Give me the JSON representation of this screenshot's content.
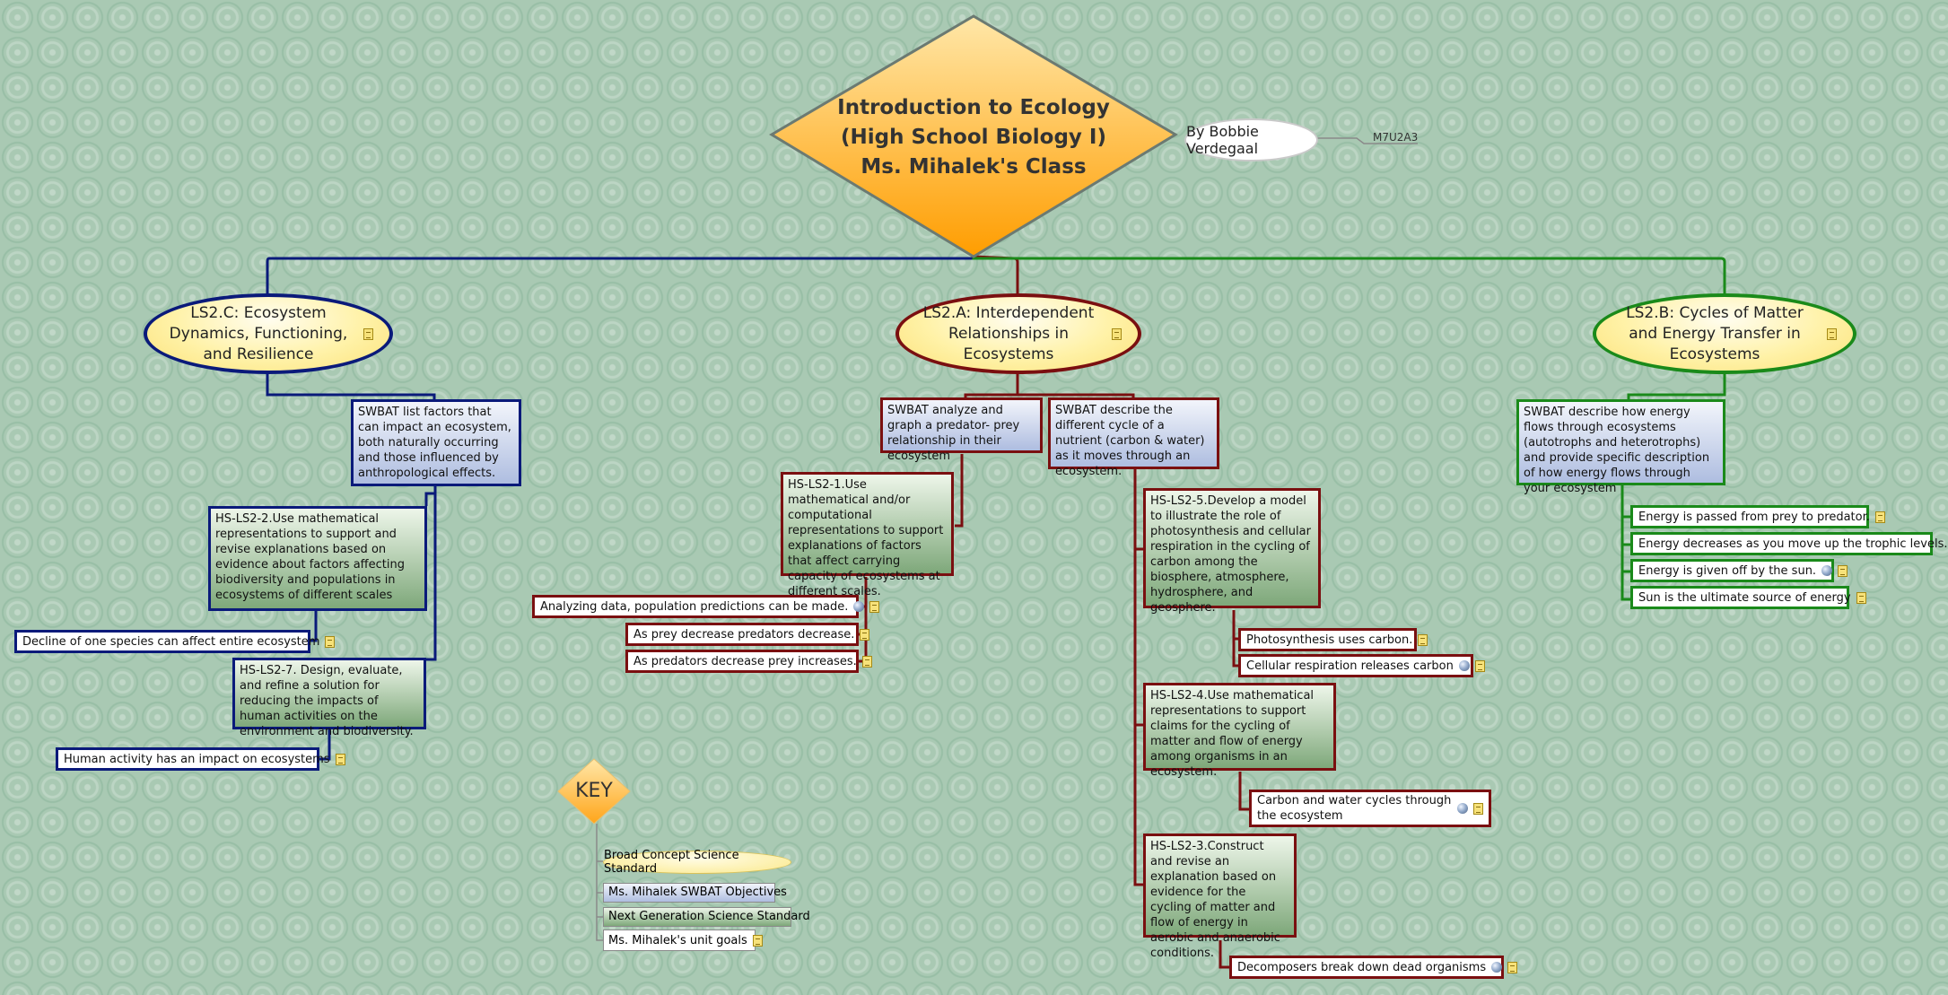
{
  "root": {
    "line1": "Introduction to Ecology",
    "line2": "(High School Biology I)",
    "line3": "Ms. Mihalek's Class"
  },
  "author": "By Bobbie Verdegaal",
  "code": "M7U2A3",
  "branches": {
    "ls2c": {
      "title": "LS2.C: Ecosystem Dynamics, Functioning, and Resilience",
      "color": "#0a1a7a"
    },
    "ls2a": {
      "title": "LS2.A: Interdependent Relationships in Ecosystems",
      "color": "#7a0f10"
    },
    "ls2b": {
      "title": "LS2.B: Cycles of Matter and Energy Transfer in Ecosystems",
      "color": "#1a8a1a"
    }
  },
  "ls2c": {
    "swbat": "SWBAT list factors that can impact an ecosystem, both naturally occurring and those influenced by anthropological effects.",
    "std1": "HS-LS2-2.Use mathematical representations to support and revise explanations based on evidence about factors affecting biodiversity and populations in ecosystems of different scales",
    "goal1": "Decline of one species can affect entire ecosystem",
    "std2": "HS-LS2-7. Design, evaluate, and refine a solution for reducing the impacts of human activities on the environment and biodiversity.",
    "goal2": "Human activity has an impact on ecosystems"
  },
  "ls2a": {
    "swbat1": "SWBAT analyze and graph a predator- prey relationship in their ecosystem",
    "std1": "HS-LS2-1.Use mathematical and/or computational representations to support explanations of factors that affect carrying capacity of ecosystems at different scales.",
    "goal1": "Analyzing data, population predictions can be made.",
    "goal2": "As prey decrease predators decrease.",
    "goal3": "As predators decrease prey increases.",
    "swbat2": "SWBAT describe the different cycle of a nutrient (carbon & water) as it moves through an ecosystem.",
    "std2": "HS-LS2-5.Develop a model to illustrate the role of photosynthesis and cellular respiration in the cycling of carbon among the biosphere, atmosphere, hydrosphere, and geosphere.",
    "goal4": "Photosynthesis uses carbon.",
    "goal5": "Cellular respiration releases carbon",
    "std3": "HS-LS2-4.Use mathematical representations to support claims for the cycling of matter and flow of energy among organisms in an ecosystem.",
    "goal6": "Carbon and water cycles through the ecosystem",
    "std4": "HS-LS2-3.Construct and revise an explanation based on evidence for the cycling of matter and flow of energy in aerobic and anaerobic conditions.",
    "goal7": "Decomposers break down dead organisms"
  },
  "ls2b": {
    "swbat": "SWBAT describe how energy flows through ecosystems (autotrophs and heterotrophs) and provide specific description of how energy flows through your ecosystem",
    "goal1": "Energy is passed from prey to predator.",
    "goal2": "Energy decreases as you move up the trophic levels.",
    "goal3": "Energy is given off by the sun.",
    "goal4": "Sun is the ultimate source of energy"
  },
  "key": {
    "label": "KEY",
    "broad": "Broad Concept Science Standard",
    "swbat": "Ms. Mihalek SWBAT Objectives",
    "ngss": "Next Generation Science Standard",
    "goals": "Ms. Mihalek's unit goals"
  }
}
